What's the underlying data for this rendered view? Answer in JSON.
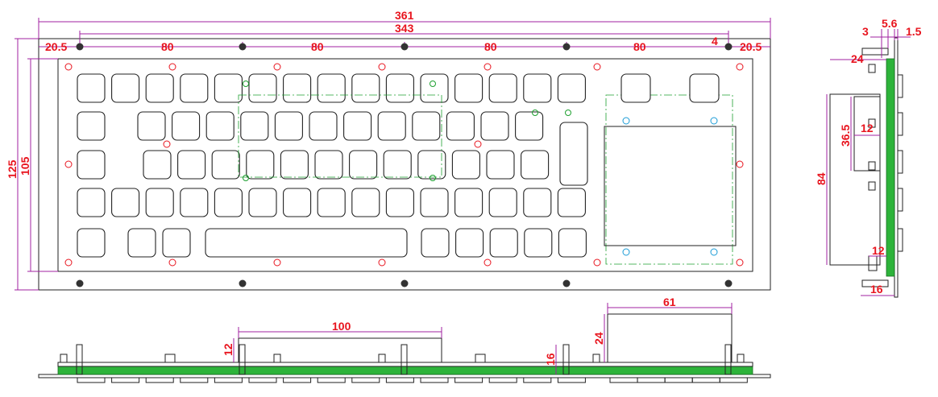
{
  "colors": {
    "dimension_text": "#e8141e",
    "dimension_line": "#a020a0",
    "pcb": "#2db33a",
    "outline": "#222222",
    "screw_red": "#e8141e",
    "screw_blue": "#1a9bd6",
    "screw_green": "#1ea030"
  },
  "front_view": {
    "dim_overall_width": "361",
    "dim_inner_width": "343",
    "dim_left_margin": "20.5",
    "dim_right_margin": "20.5",
    "dim_right_gap": "4",
    "dim_pitch_1": "80",
    "dim_pitch_2": "80",
    "dim_pitch_3": "80",
    "dim_pitch_4": "80",
    "dim_overall_height": "125",
    "dim_inner_height": "105"
  },
  "side_view": {
    "dim_3": "3",
    "dim_5_6": "5.6",
    "dim_1_5": "1.5",
    "dim_24": "24",
    "dim_36_5": "36.5",
    "dim_12_top": "12",
    "dim_84": "84",
    "dim_12_bottom": "12",
    "dim_16": "16"
  },
  "bottom_view": {
    "dim_100": "100",
    "dim_12": "12",
    "dim_16": "16",
    "dim_24": "24",
    "dim_61": "61"
  }
}
